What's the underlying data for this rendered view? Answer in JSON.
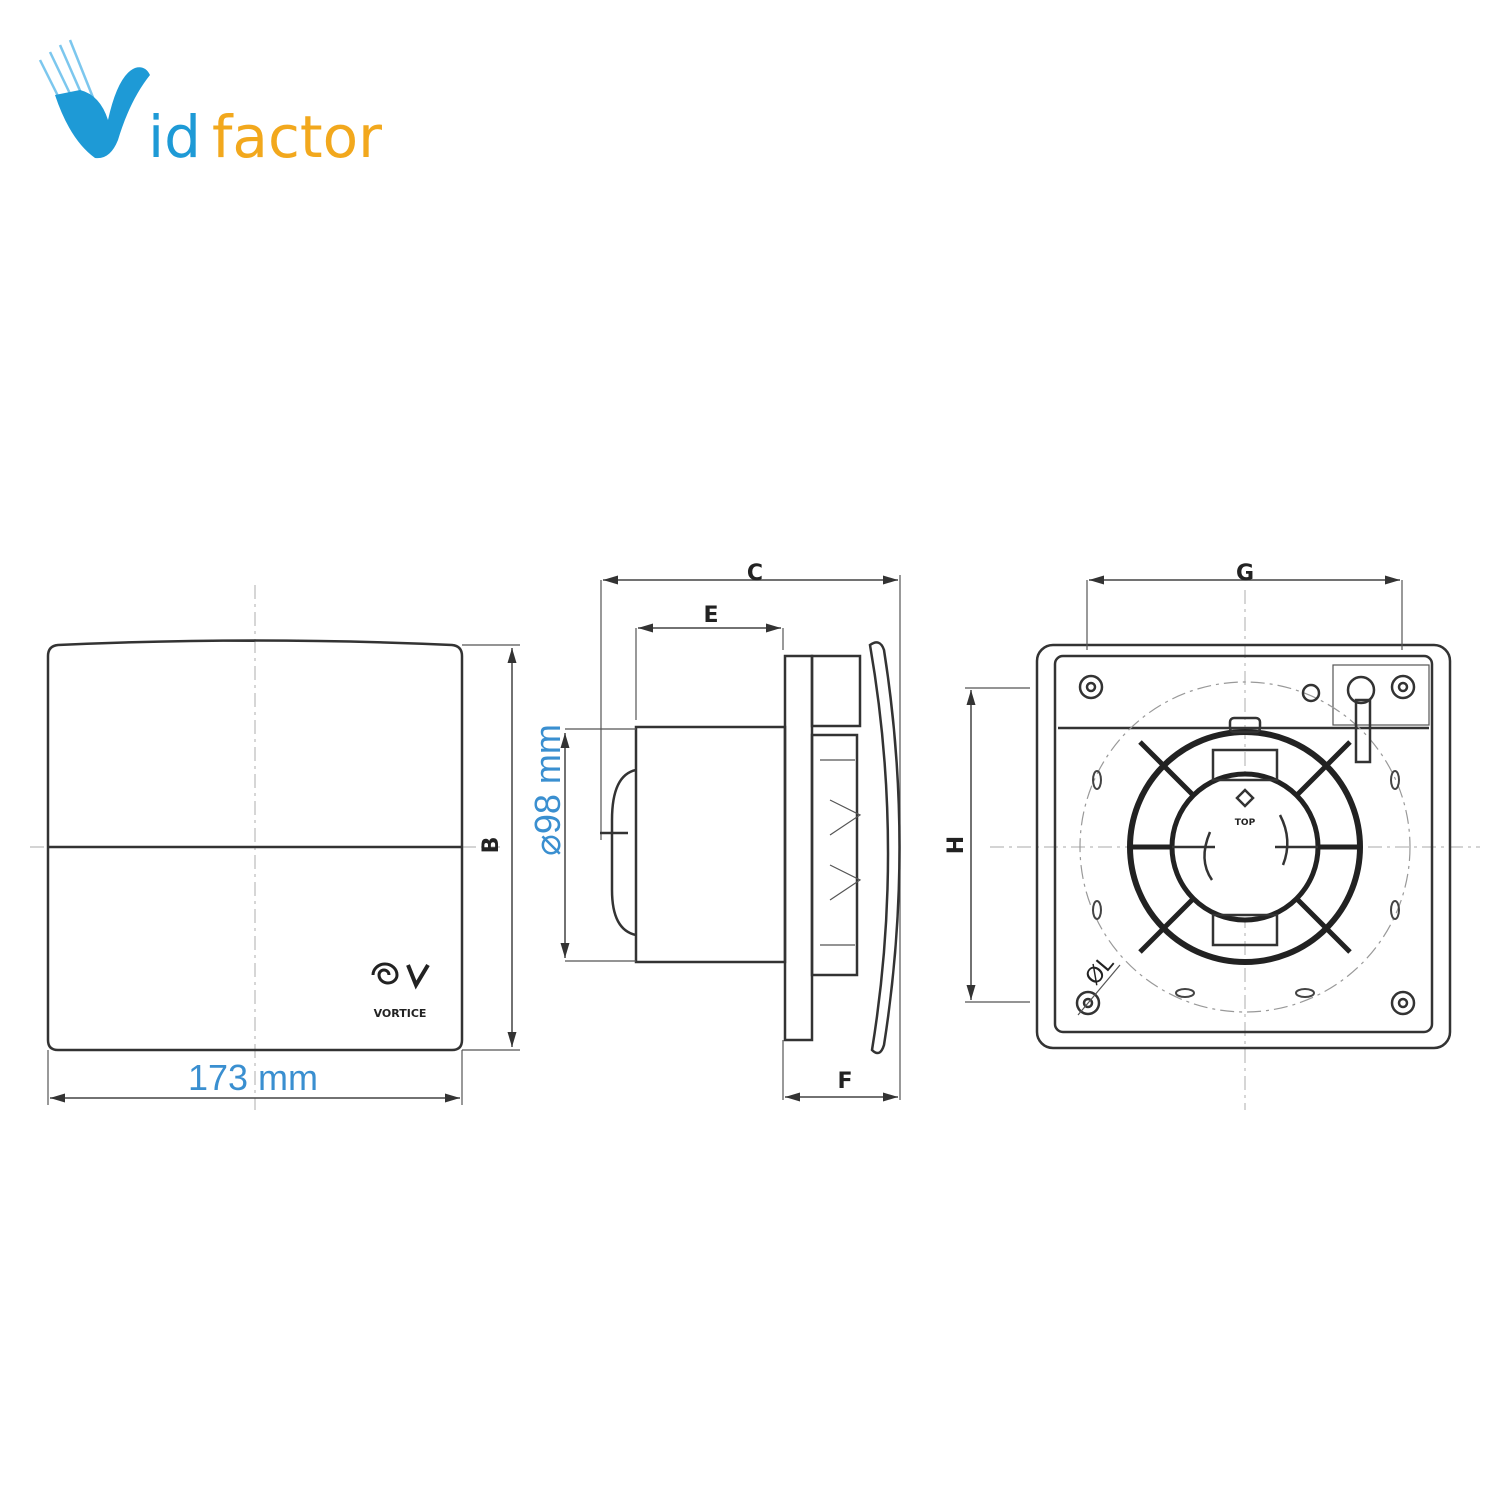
{
  "logo": {
    "text_v": "V",
    "text_id": "id",
    "text_factor": "factor",
    "full": "Vidfactor"
  },
  "brand": {
    "name": "VORTICE"
  },
  "front_view": {
    "width_label": "173 mm",
    "height_label": "B"
  },
  "side_view": {
    "depth_label": "C",
    "motor_label": "E",
    "cover_label": "F",
    "diameter_label": "⌀98 mm"
  },
  "rear_view": {
    "width_label": "G",
    "height_label": "H",
    "hole_label": "ØL",
    "top_mark": "TOP"
  },
  "colors": {
    "accent_blue": "#3a8fd0",
    "logo_blue": "#1e9ad6",
    "logo_orange": "#f2a81d"
  }
}
